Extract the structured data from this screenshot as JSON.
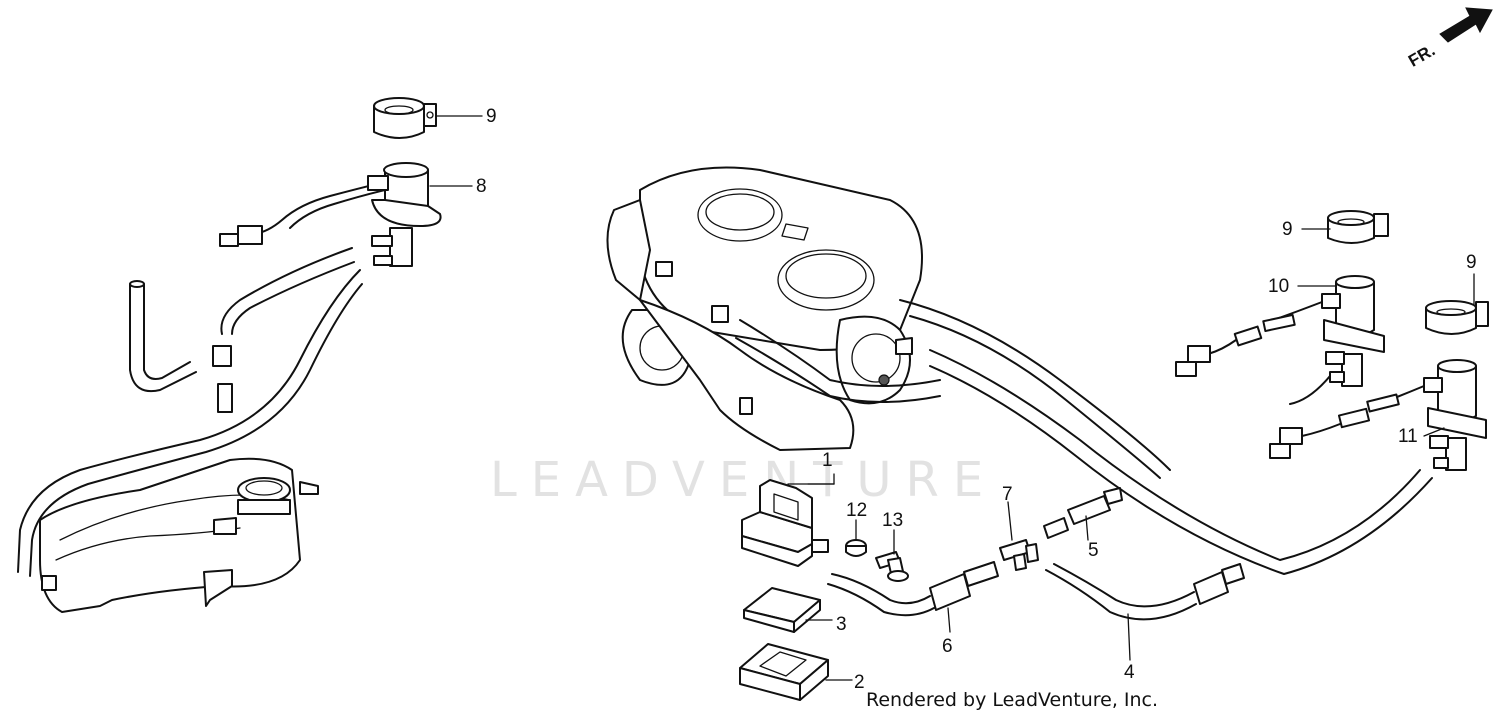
{
  "watermark": "LEADVENTURE",
  "footer": "Rendered by LeadVenture, Inc.",
  "direction_label": "FR.",
  "callouts": [
    {
      "id": "c9a",
      "label": "9"
    },
    {
      "id": "c8",
      "label": "8"
    },
    {
      "id": "c9b",
      "label": "9"
    },
    {
      "id": "c10",
      "label": "10"
    },
    {
      "id": "c9c",
      "label": "9"
    },
    {
      "id": "c11",
      "label": "11"
    },
    {
      "id": "c1",
      "label": "1"
    },
    {
      "id": "c12",
      "label": "12"
    },
    {
      "id": "c13",
      "label": "13"
    },
    {
      "id": "c7",
      "label": "7"
    },
    {
      "id": "c5",
      "label": "5"
    },
    {
      "id": "c6",
      "label": "6"
    },
    {
      "id": "c4",
      "label": "4"
    },
    {
      "id": "c3",
      "label": "3"
    },
    {
      "id": "c2",
      "label": "2"
    }
  ]
}
